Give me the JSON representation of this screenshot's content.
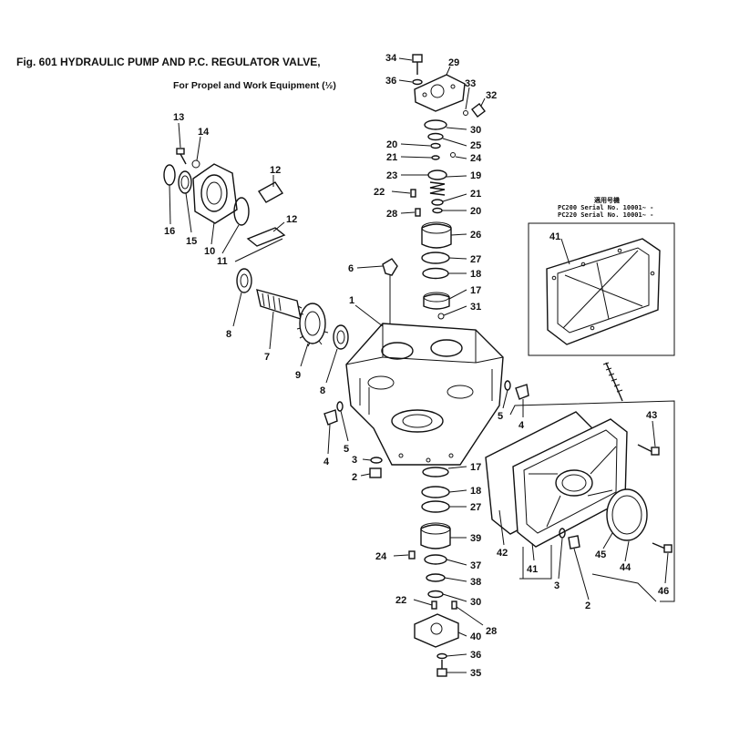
{
  "figure": {
    "title": "Fig. 601   HYDRAULIC PUMP AND P.C. REGULATOR VALVE,",
    "subtitle": "For Propel and Work Equipment (½)"
  },
  "inset": {
    "header": "適用号機",
    "serials": [
      "PC200 Serial No. 10001~ -",
      "PC220 Serial No. 10001~ -"
    ]
  },
  "callouts": [
    {
      "id": "c34",
      "label": "34"
    },
    {
      "id": "c29",
      "label": "29"
    },
    {
      "id": "c36a",
      "label": "36"
    },
    {
      "id": "c33",
      "label": "33"
    },
    {
      "id": "c32",
      "label": "32"
    },
    {
      "id": "c30a",
      "label": "30"
    },
    {
      "id": "c20a",
      "label": "20"
    },
    {
      "id": "c25",
      "label": "25"
    },
    {
      "id": "c21a",
      "label": "21"
    },
    {
      "id": "c24a",
      "label": "24"
    },
    {
      "id": "c23",
      "label": "23"
    },
    {
      "id": "c19",
      "label": "19"
    },
    {
      "id": "c22a",
      "label": "22"
    },
    {
      "id": "c21b",
      "label": "21"
    },
    {
      "id": "c28a",
      "label": "28"
    },
    {
      "id": "c20b",
      "label": "20"
    },
    {
      "id": "c26",
      "label": "26"
    },
    {
      "id": "c27a",
      "label": "27"
    },
    {
      "id": "c18a",
      "label": "18"
    },
    {
      "id": "c17a",
      "label": "17"
    },
    {
      "id": "c31",
      "label": "31"
    },
    {
      "id": "c6",
      "label": "6"
    },
    {
      "id": "c1",
      "label": "1"
    },
    {
      "id": "c13",
      "label": "13"
    },
    {
      "id": "c14",
      "label": "14"
    },
    {
      "id": "c12a",
      "label": "12"
    },
    {
      "id": "c12b",
      "label": "12"
    },
    {
      "id": "c16",
      "label": "16"
    },
    {
      "id": "c15",
      "label": "15"
    },
    {
      "id": "c10",
      "label": "10"
    },
    {
      "id": "c11",
      "label": "11"
    },
    {
      "id": "c8a",
      "label": "8"
    },
    {
      "id": "c7",
      "label": "7"
    },
    {
      "id": "c9",
      "label": "9"
    },
    {
      "id": "c8b",
      "label": "8"
    },
    {
      "id": "c4a",
      "label": "4"
    },
    {
      "id": "c5a",
      "label": "5"
    },
    {
      "id": "c3a",
      "label": "3"
    },
    {
      "id": "c2a",
      "label": "2"
    },
    {
      "id": "c5b",
      "label": "5"
    },
    {
      "id": "c4b",
      "label": "4"
    },
    {
      "id": "c17b",
      "label": "17"
    },
    {
      "id": "c18b",
      "label": "18"
    },
    {
      "id": "c27b",
      "label": "27"
    },
    {
      "id": "c39",
      "label": "39"
    },
    {
      "id": "c24b",
      "label": "24"
    },
    {
      "id": "c37",
      "label": "37"
    },
    {
      "id": "c38",
      "label": "38"
    },
    {
      "id": "c22b",
      "label": "22"
    },
    {
      "id": "c30b",
      "label": "30"
    },
    {
      "id": "c28b",
      "label": "28"
    },
    {
      "id": "c40",
      "label": "40"
    },
    {
      "id": "c36b",
      "label": "36"
    },
    {
      "id": "c35",
      "label": "35"
    },
    {
      "id": "c41a",
      "label": "41"
    },
    {
      "id": "c43",
      "label": "43"
    },
    {
      "id": "c42",
      "label": "42"
    },
    {
      "id": "c41b",
      "label": "41"
    },
    {
      "id": "c3b",
      "label": "3"
    },
    {
      "id": "c2b",
      "label": "2"
    },
    {
      "id": "c45",
      "label": "45"
    },
    {
      "id": "c44",
      "label": "44"
    },
    {
      "id": "c46",
      "label": "46"
    }
  ]
}
